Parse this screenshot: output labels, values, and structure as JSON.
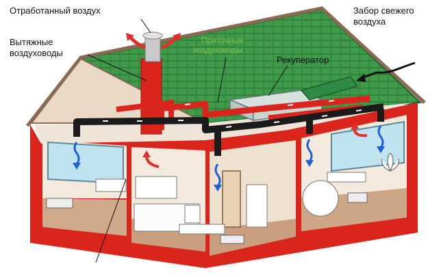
{
  "labels": {
    "exhaust_air": "Отработанный воздух",
    "exhaust_ducts_line1": "Вытяжные",
    "exhaust_ducts_line2": "воздуховоды",
    "supply_ducts_line1": "Приточные",
    "supply_ducts_line2": "воздуховоды",
    "recuperator": "Рекуператор",
    "fresh_air_line1": "Забор свежего",
    "fresh_air_line2": "воздуха"
  },
  "colors": {
    "roof": "#3f9a4a",
    "walls": "#d9251c",
    "exhaust": "#d9251c",
    "supply": "#1b1b1b",
    "cold_arrow": "#1f5fd6",
    "warm_arrow": "#e0302a",
    "fresh_air_duct": "#2e8b45"
  }
}
